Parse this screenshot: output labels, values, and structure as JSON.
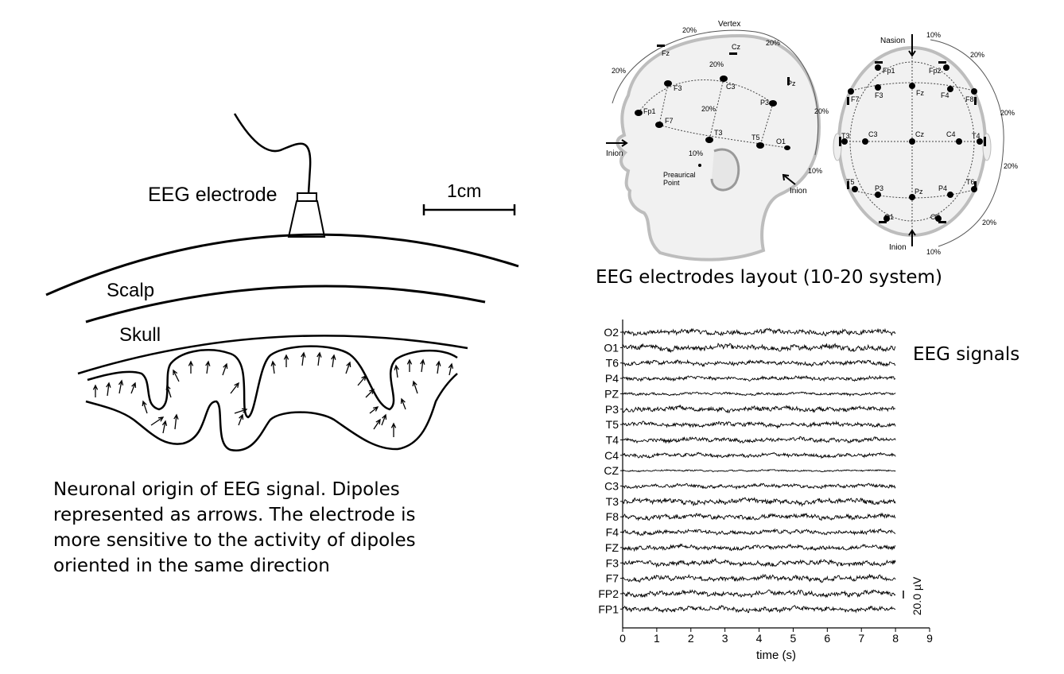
{
  "neuron_figure": {
    "electrode_label": "EEG electrode",
    "scale_label": "1cm",
    "scalp_label": "Scalp",
    "skull_label": "Skull",
    "caption_lines": [
      "Neuronal origin of EEG signal. Dipoles",
      "represented as arrows. The electrode is",
      "more sensitive to the activity of dipoles",
      "oriented in the same direction"
    ]
  },
  "layout_figure": {
    "caption": "EEG electrodes layout (10-20 system)",
    "side_view": {
      "landmarks": [
        "Vertex",
        "Inion",
        "Inion",
        "Preaurical Point"
      ],
      "electrodes": [
        "Fz",
        "Cz",
        "Pz",
        "F3",
        "C3",
        "P3",
        "Fp1",
        "F7",
        "T3",
        "T5",
        "O1"
      ],
      "percents": [
        "20%",
        "20%",
        "20%",
        "20%",
        "20%",
        "20%",
        "10%",
        "10%"
      ]
    },
    "top_view": {
      "landmarks": [
        "Nasion",
        "Inion"
      ],
      "electrodes": [
        "Fp1",
        "Fp2",
        "F7",
        "F3",
        "Fz",
        "F4",
        "F8",
        "T3",
        "C3",
        "Cz",
        "C4",
        "T4",
        "T5",
        "P3",
        "Pz",
        "P4",
        "T6",
        "O1",
        "O2"
      ],
      "percents": [
        "10%",
        "20%",
        "20%",
        "20%",
        "20%",
        "10%"
      ]
    }
  },
  "signals_figure": {
    "title": "EEG signals",
    "scale_bar": "20.0 µV",
    "xlabel": "time (s)",
    "xticks": [
      "0",
      "1",
      "2",
      "3",
      "4",
      "5",
      "6",
      "7",
      "8",
      "9"
    ],
    "channels": [
      "O2",
      "O1",
      "T6",
      "P4",
      "PZ",
      "P3",
      "T5",
      "T4",
      "C4",
      "CZ",
      "C3",
      "T3",
      "F8",
      "F4",
      "FZ",
      "F3",
      "F7",
      "FP2",
      "FP1"
    ],
    "channel_amplitude": [
      1.0,
      1.1,
      0.8,
      0.7,
      0.5,
      0.9,
      0.8,
      0.8,
      0.7,
      0.3,
      0.7,
      1.0,
      0.9,
      0.8,
      0.8,
      1.0,
      1.0,
      1.0,
      0.9
    ],
    "xlim": [
      0,
      9
    ],
    "signal_duration_s": 8
  }
}
